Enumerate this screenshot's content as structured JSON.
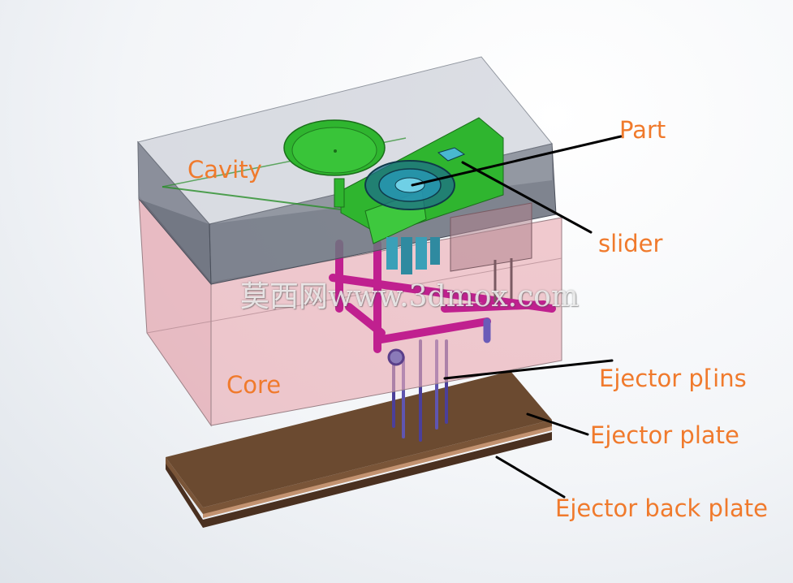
{
  "labels": {
    "cavity": "Cavity",
    "core": "Core",
    "part": "Part",
    "slider": "slider",
    "ejector_pins": "Ejector p[ins",
    "ejector_plate": "Ejector plate",
    "ejector_back_plate": "Ejector back plate"
  },
  "watermark": "莫西网www.3dmox.com",
  "colors": {
    "label": "#f07a2c",
    "cavity_block": "#b4b8c2",
    "core_block": "#e3a3ac",
    "part": "#2fb52f",
    "runner_system": "#c0208f",
    "ejector_plate": "#6b4a30",
    "leader_line": "#000000"
  }
}
